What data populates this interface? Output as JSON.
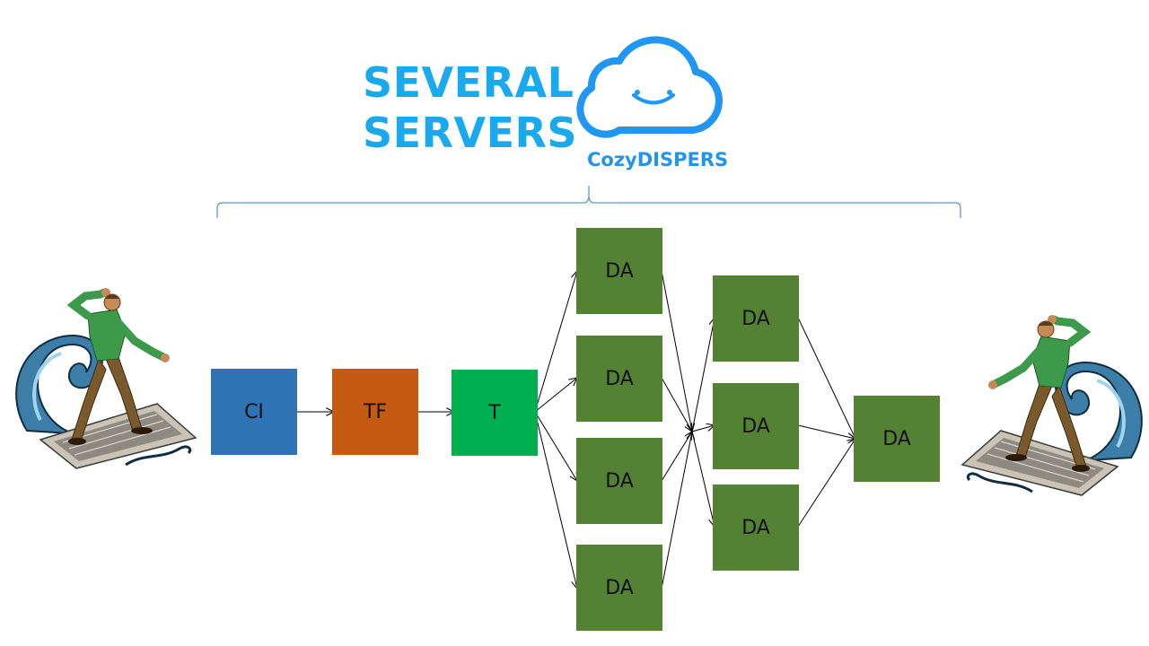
{
  "title": {
    "line1": "SEVERAL",
    "line2": "SERVERS"
  },
  "logo": {
    "name": "CozyDISPERS",
    "icon": "smiling-cloud-icon"
  },
  "nodes": {
    "ci": {
      "label": "CI",
      "color": "#2e74b5"
    },
    "tf": {
      "label": "TF",
      "color": "#c55a11"
    },
    "t": {
      "label": "T",
      "color": "#00b050"
    },
    "da_col1": [
      "DA",
      "DA",
      "DA",
      "DA"
    ],
    "da_col2": [
      "DA",
      "DA",
      "DA"
    ],
    "da_final": "DA",
    "da_color": "#548235"
  },
  "illustrations": {
    "left": "keyboard-surfer-icon",
    "right": "keyboard-surfer-icon"
  },
  "colors": {
    "title": "#1aa9ec",
    "logo": "#2196e8",
    "brace": "#5b9bd5",
    "arrow": "#000000"
  }
}
